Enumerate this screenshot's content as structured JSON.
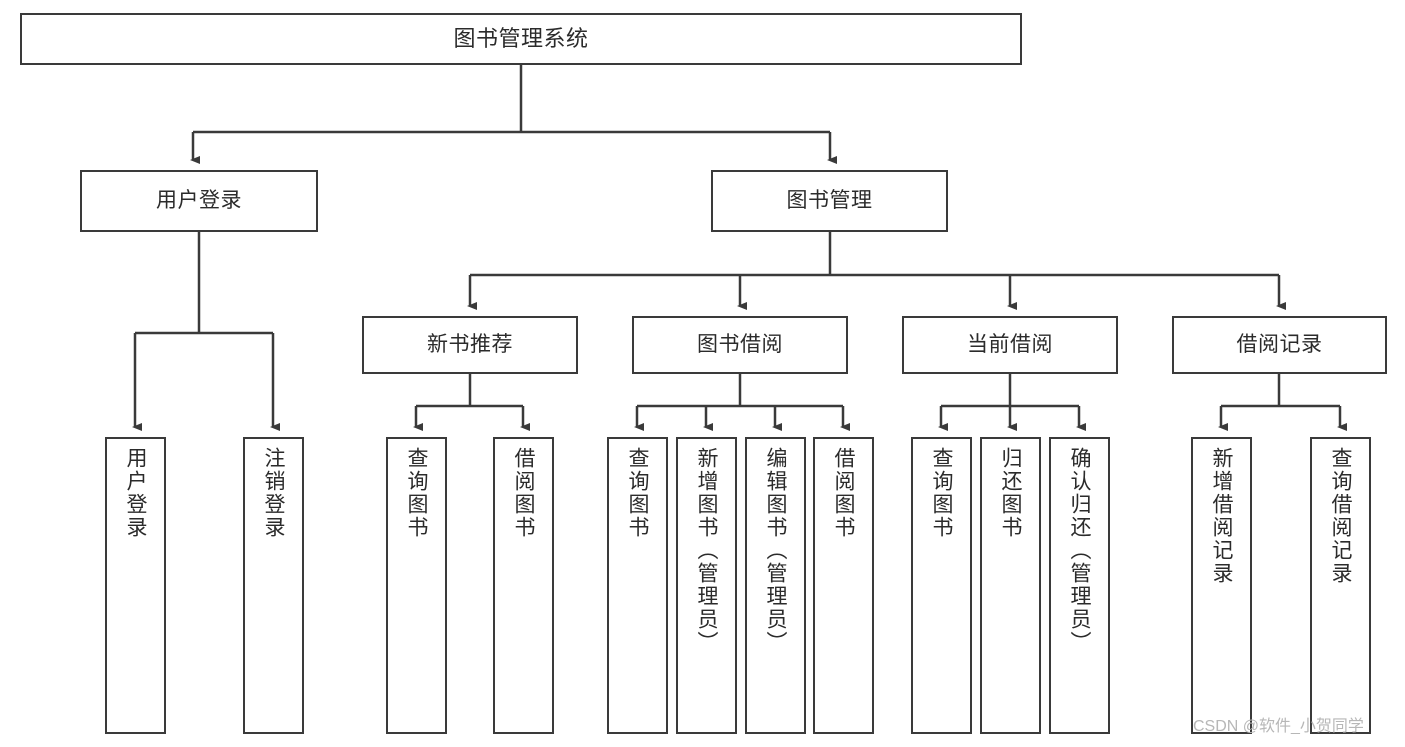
{
  "diagram": {
    "title": "图书管理系统",
    "root": {
      "label": "图书管理系统"
    },
    "level2": [
      {
        "label": "用户登录"
      },
      {
        "label": "图书管理"
      }
    ],
    "level3": [
      {
        "label": "新书推荐"
      },
      {
        "label": "图书借阅"
      },
      {
        "label": "当前借阅"
      },
      {
        "label": "借阅记录"
      }
    ],
    "leaves": {
      "user_login": [
        {
          "label": "用户登录"
        },
        {
          "label": "注销登录"
        }
      ],
      "new_book": [
        {
          "label": "查询图书"
        },
        {
          "label": "借阅图书"
        }
      ],
      "book_borrow": [
        {
          "label": "查询图书"
        },
        {
          "label": "新增图书（管理员）"
        },
        {
          "label": "编辑图书（管理员）"
        },
        {
          "label": "借阅图书"
        }
      ],
      "current_borrow": [
        {
          "label": "查询图书"
        },
        {
          "label": "归还图书"
        },
        {
          "label": "确认归还（管理员）"
        }
      ],
      "borrow_record": [
        {
          "label": "新增借阅记录"
        },
        {
          "label": "查询借阅记录"
        }
      ]
    }
  },
  "watermark": {
    "text": "CSDN @软件_小贺同学"
  },
  "colors": {
    "box_border": "#3a3a3a",
    "connector": "#3a3a3a",
    "text": "#2b2b2b",
    "background": "#ffffff",
    "watermark": "#b7b7b7"
  }
}
